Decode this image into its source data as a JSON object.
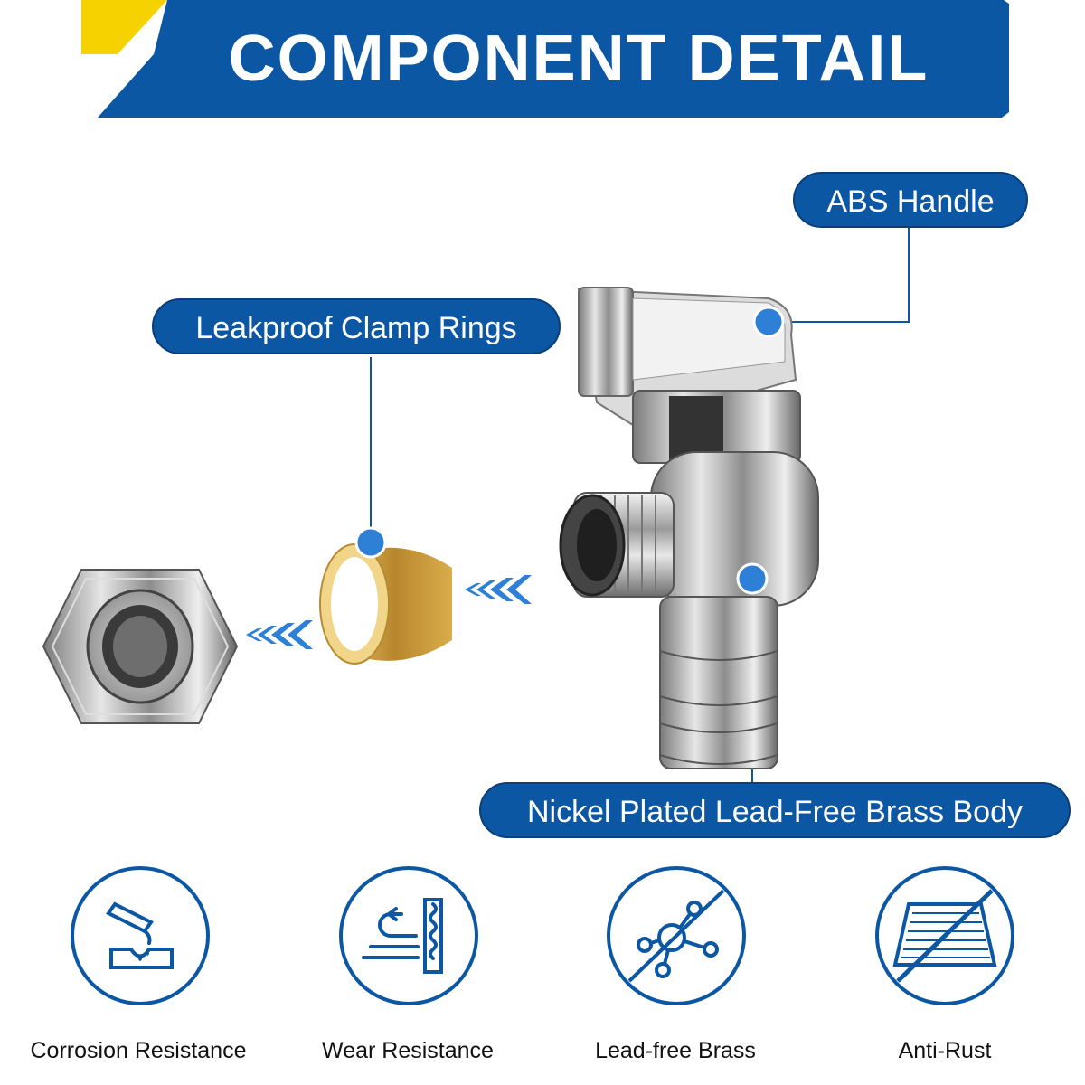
{
  "header": {
    "title": "COMPONENT DETAIL"
  },
  "colors": {
    "brand_blue": "#0b57a4",
    "accent_yellow": "#f6d300",
    "brass": "#d9b04a",
    "chrome": "#c8c8c8"
  },
  "callouts": {
    "handle": "ABS Handle",
    "clamp_rings": "Leakproof Clamp Rings",
    "body": "Nickel Plated Lead-Free Brass Body"
  },
  "features": [
    {
      "label": "Corrosion Resistance",
      "icon": "corrosion-icon"
    },
    {
      "label": "Wear Resistance",
      "icon": "wear-icon"
    },
    {
      "label": "Lead-free Brass",
      "icon": "lead-free-icon"
    },
    {
      "label": "Anti-Rust",
      "icon": "anti-rust-icon"
    }
  ]
}
